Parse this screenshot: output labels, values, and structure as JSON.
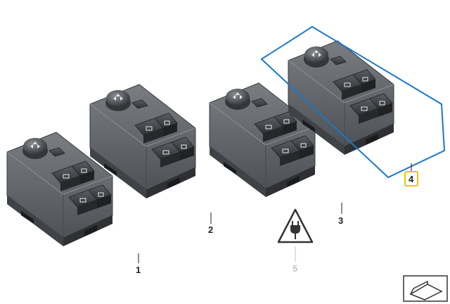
{
  "diagram": {
    "parts": [
      {
        "id": "part-1",
        "label": "1"
      },
      {
        "id": "part-2",
        "label": "2"
      },
      {
        "id": "part-3",
        "label": "3"
      },
      {
        "id": "part-4",
        "label": "4"
      },
      {
        "id": "part-5",
        "label": "5"
      }
    ],
    "highlight_color": "#1a78c8",
    "callout_box_color": "#f2c200",
    "body_color": "#5f6368",
    "button_color": "#3d4044",
    "warning_icon": "electrical-plug-warning-icon",
    "corner_icon": "page-curl-icon"
  }
}
